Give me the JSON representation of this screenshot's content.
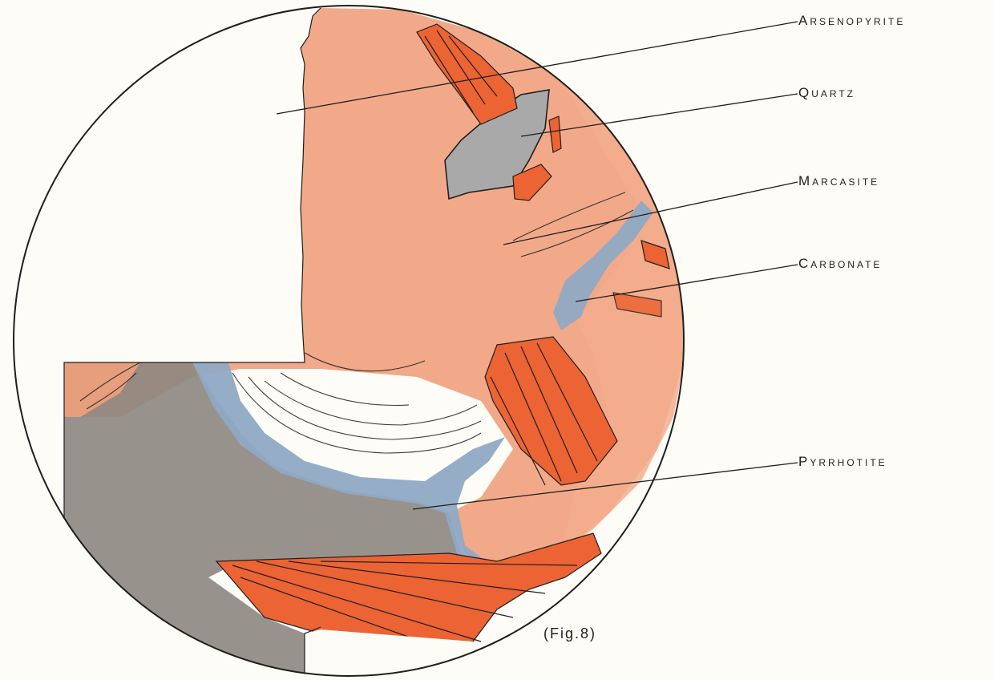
{
  "labels": {
    "arsenopyrite": "Arsenopyrite",
    "quartz": "Quartz",
    "marcasite": "Marcasite",
    "carbonate": "Carbonate",
    "pyrrhotite": "Pyrrhotite"
  },
  "figure_caption": "(Fig.8)",
  "colors": {
    "paper": "#fdfcf7",
    "arsenopyrite": "#f0a07c",
    "marcasite": "#ec6334",
    "quartz": "#a9a9a9",
    "carbonate": "#8fa9c4",
    "pyrrhotite": "#8d8680",
    "ink": "#1e1e1e"
  }
}
